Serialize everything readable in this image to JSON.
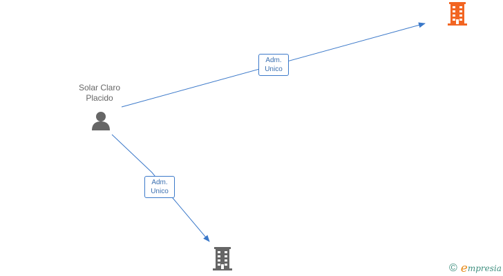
{
  "person": {
    "name_line1": "Solar Claro",
    "name_line2": "Placido",
    "icon": "person-icon"
  },
  "companies": [
    {
      "icon": "building-icon",
      "color": "#f26522"
    },
    {
      "icon": "building-icon",
      "color": "#666666"
    }
  ],
  "relations": [
    {
      "label_line1": "Adm.",
      "label_line2": "Unico"
    },
    {
      "label_line1": "Adm.",
      "label_line2": "Unico"
    }
  ],
  "colors": {
    "edge": "#3a78c9",
    "label_text": "#3a6fb0",
    "person": "#666666"
  },
  "brand": {
    "copyright": "©",
    "initial": "e",
    "rest": "mpresia"
  }
}
